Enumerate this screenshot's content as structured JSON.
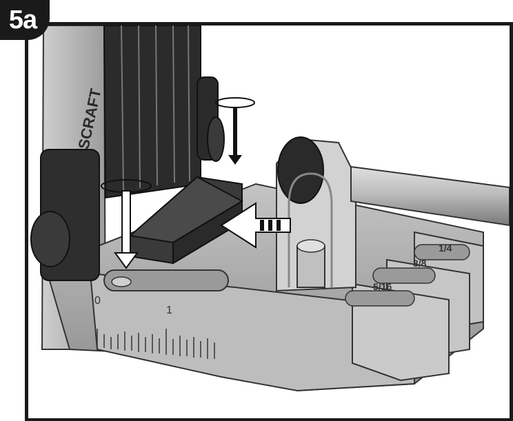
{
  "step_label": "5a",
  "brand_text": "ESCRAFT",
  "scale_labels": {
    "zero": "0",
    "one": "1"
  },
  "bushing_labels": [
    "1/4",
    "3/8",
    "5/16"
  ],
  "colors": {
    "frame": "#1a1a1a",
    "metal": "#b9b9b9",
    "knob": "#2a2a2a",
    "rod": "#a8a8a8"
  }
}
